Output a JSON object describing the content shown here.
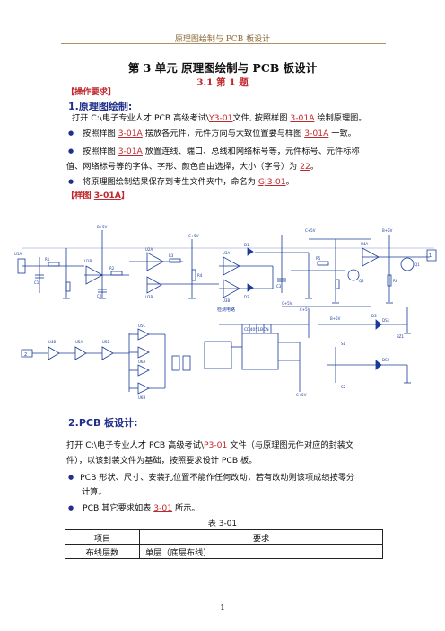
{
  "header": {
    "running_title": "原理图绘制与 PCB 板设计"
  },
  "title": "第 3 单元  原理图绘制与 PCB 板设计",
  "subtitle": "3.1   第 1 题",
  "section1": {
    "requirements_label": "【操作要求】",
    "heading": "1.原理图绘制:",
    "p1_pre": "打开 C:\\电子专业人才 PCB 高级考试\\",
    "p1_file": "Y3-01",
    "p1_mid": "文件, 按照样图 ",
    "p1_ref": "3-01A",
    "p1_post": " 绘制原理图。",
    "b1_pre": "按照样图 ",
    "b1_ref": "3-01A",
    "b1_mid": " 摆放各元件，元件方向与大致位置要与样图 ",
    "b1_ref2": "3-01A",
    "b1_post": " 一致。",
    "b2_pre": "按照样图 ",
    "b2_ref": "3-01A",
    "b2_post": " 放置连线、端口、总线和网络标号等，元件标号、元件标称",
    "b2_line2_pre": "值、网络标号等的字体、字形、颜色自由选择，大小（字号）为 ",
    "b2_size": "22",
    "b2_line2_post": "。",
    "b3_pre": "将原理图绘制结果保存到考生文件夹中，命名为 ",
    "b3_name": "GJ3-01",
    "b3_post": "。",
    "sample_label_pre": "【样图 ",
    "sample_label_ref": "3-01A",
    "sample_label_post": "】"
  },
  "schematic": {
    "net_label_check": "检测电路",
    "power_labels": [
      "B+5V",
      "B+5V",
      "C+5V",
      "C+5V",
      "C+5V",
      "C+5V",
      "B+5V",
      "C+5V"
    ],
    "chip_label": "CD4051BCN",
    "ports": [
      "1",
      "2"
    ],
    "part_labels": [
      "U1A",
      "U1B",
      "U2A",
      "U2B",
      "U3A",
      "U3B",
      "U4A",
      "U4B",
      "U5A",
      "U5B",
      "U5C",
      "U6A",
      "U6B",
      "Q1",
      "Q2",
      "D1",
      "D2",
      "D3",
      "R1",
      "R2",
      "R3",
      "R4",
      "R5",
      "R6",
      "C1",
      "C2",
      "C3",
      "BZ1",
      "DS1",
      "DS2",
      "S1",
      "S2"
    ]
  },
  "section2": {
    "heading": "2.PCB 板设计:",
    "p1_pre": "打开 C:\\电子专业人才 PCB 高级考试\\",
    "p1_file": "P3-01",
    "p1_post": " 文件（与原理图元件对应的封装文",
    "p1_line2": "件），以该封装文件为基础，按照要求设计 PCB 板。",
    "b1_line1": "PCB 形状、尺寸、安装孔位置不能作任何改动，若有改动则该项成绩按零分",
    "b1_line2": "计算。",
    "b2_pre": "PCB 其它要求如表 ",
    "b2_ref": "3-01",
    "b2_post": " 所示。"
  },
  "table": {
    "caption": "表 3-01",
    "headers": [
      "项目",
      "要求"
    ],
    "rows": [
      [
        "布线层数",
        "单层（底层布线）"
      ]
    ]
  },
  "page_number": "1",
  "colors": {
    "accent_red": "#c0282d",
    "heading_blue": "#1f2f8a",
    "schematic_blue": "#1a3a9a",
    "header_brown": "#8a6a3a"
  }
}
